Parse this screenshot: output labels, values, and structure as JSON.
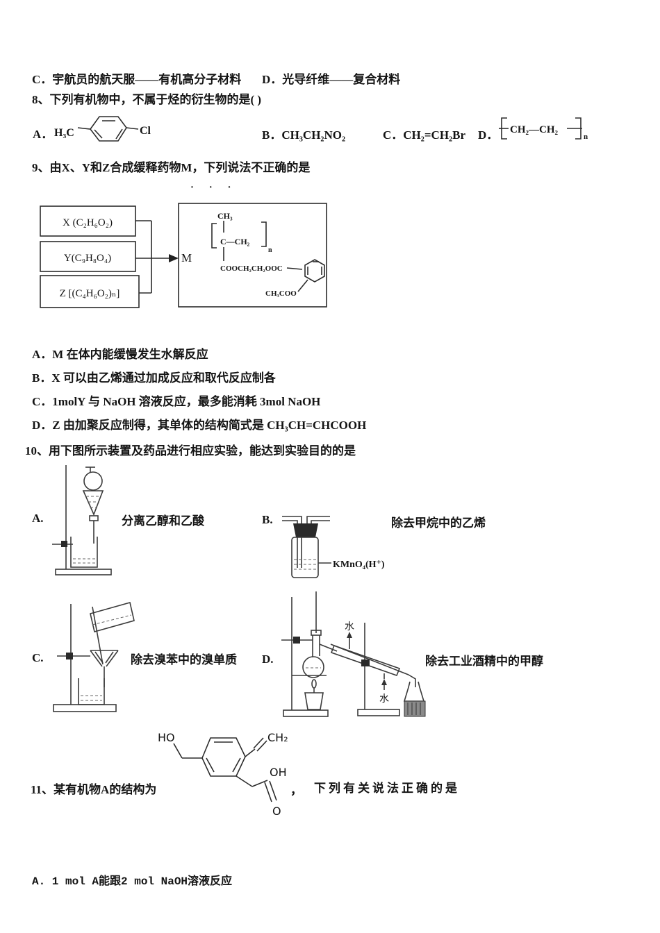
{
  "prev": {
    "c": "C．宇航员的航天服——有机高分子材料",
    "d": "D．光导纤维——复合材料"
  },
  "q8": {
    "title": "8、下列有机物中，不属于烃的衍生物的是(      )",
    "a_label": "A．",
    "a_methyl": "H₃C",
    "a_cl": "Cl",
    "b": "B．CH₃CH₂NO₂",
    "c": "C．CH₂=CH₂Br",
    "d_label": "D．",
    "d_unit": "CH₂—CH₂",
    "d_sub": "n"
  },
  "q9": {
    "title": "9、由X、Y和Z合成缓释药物M，下列说法不正确的是",
    "emphasis": "· · ·",
    "box_x": "X (C₂H₆O₂)",
    "box_y": "Y(C₉H₈O₄)",
    "box_z": "Z [(C₄H₆O₂)ₙ]",
    "m": "M",
    "s_ch3": "CH₃",
    "s_unit": "C—CH₂",
    "s_n": "n",
    "s_chain": "COOCH₂CH₂OOC",
    "s_acetyl": "CH₃COO",
    "options": [
      "A．M 在体内能缓慢发生水解反应",
      "B．X 可以由乙烯通过加成反应和取代反应制各",
      "C．1molY 与 NaOH 溶液反应，最多能消耗 3mol NaOH",
      "D．Z 由加聚反应制得，其单体的结构简式是 CH₃CH=CHCOOH"
    ]
  },
  "q10": {
    "title": "10、用下图所示装置及药品进行相应实验，能达到实验目的的是",
    "a_label": "A.",
    "a_caption": "分离乙醇和乙酸",
    "b_label": "B.",
    "b_caption": "除去甲烷中的乙烯",
    "b_reagent": "KMnO₄(H⁺)",
    "c_label": "C.",
    "c_caption": "除去溴苯中的溴单质",
    "d_label": "D.",
    "d_caption": "除去工业酒精中的甲醇",
    "water": "水"
  },
  "q11": {
    "prefix": "11、某有机物A的结构为",
    "comma": "，",
    "suffix": "下列有关说法正确的是",
    "ho": "HO",
    "ch2": "CH₂",
    "oh": "OH",
    "o": "O",
    "option_a": "A. 1 mol A能跟2 mol NaOH溶液反应"
  }
}
